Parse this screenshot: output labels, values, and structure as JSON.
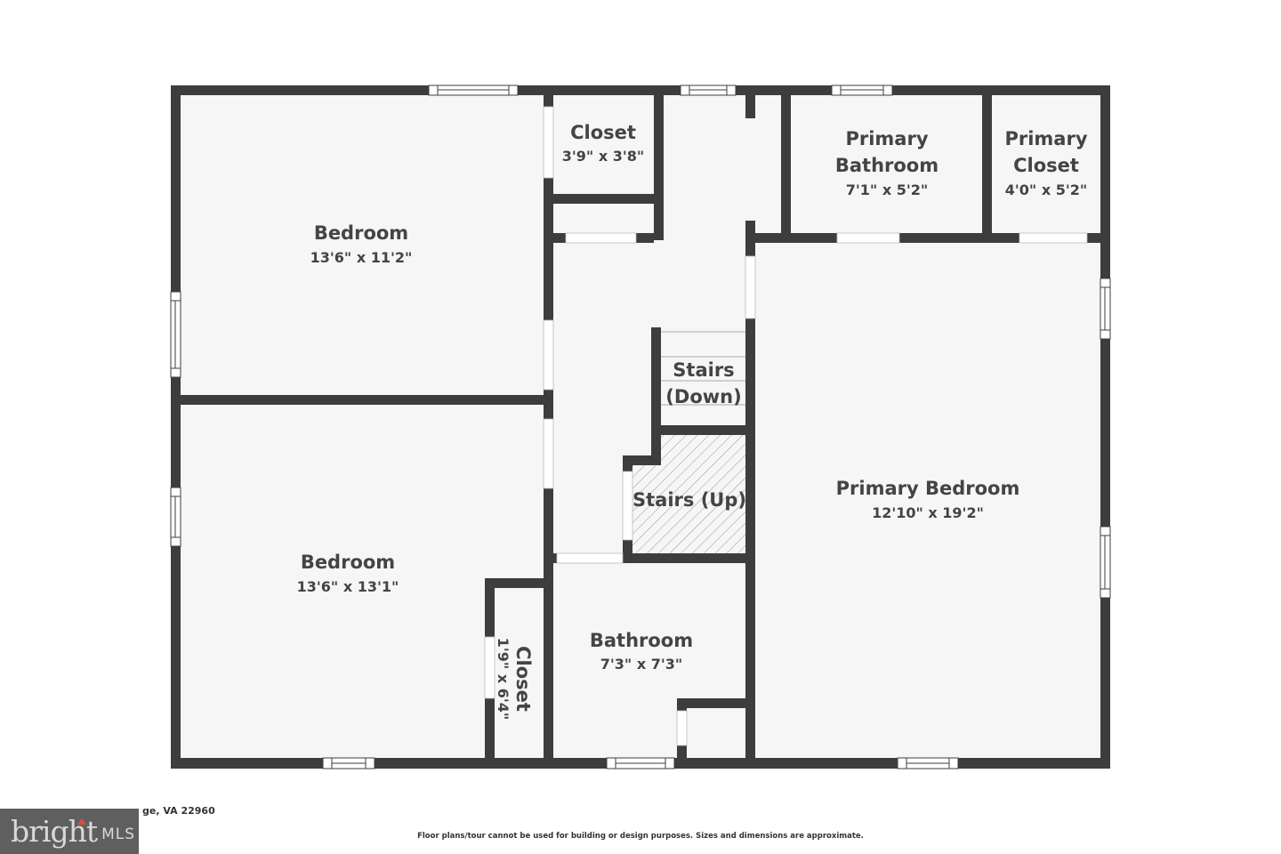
{
  "floor_plan": {
    "colors": {
      "wall": "#3d3d3d",
      "floor": "#f6f6f6",
      "opening": "#ffffff",
      "text": "#444444",
      "logo_bg": "#5f5f5f",
      "logo_accent": "#d4523a"
    },
    "rooms": [
      {
        "id": "bedroom-1",
        "name": "Bedroom",
        "dims": "13'6\" x 11'2\""
      },
      {
        "id": "closet-1",
        "name": "Closet",
        "dims": "3'9\" x 3'8\""
      },
      {
        "id": "primary-bathroom",
        "name_line1": "Primary",
        "name_line2": "Bathroom",
        "dims": "7'1\" x 5'2\""
      },
      {
        "id": "primary-closet",
        "name_line1": "Primary",
        "name_line2": "Closet",
        "dims": "4'0\" x 5'2\""
      },
      {
        "id": "stairs-down",
        "name_line1": "Stairs",
        "name_line2": "(Down)"
      },
      {
        "id": "stairs-up",
        "name": "Stairs (Up)"
      },
      {
        "id": "primary-bedroom",
        "name": "Primary Bedroom",
        "dims": "12'10\" x 19'2\""
      },
      {
        "id": "bedroom-2",
        "name": "Bedroom",
        "dims": "13'6\" x 13'1\""
      },
      {
        "id": "closet-2",
        "name": "Closet",
        "dims": "1'9\" x 6'4\""
      },
      {
        "id": "bathroom",
        "name": "Bathroom",
        "dims": "7'3\" x 7'3\""
      }
    ]
  },
  "footer": {
    "address": "ge, VA 22960",
    "logo_text": "bright",
    "logo_suffix": "MLS",
    "disclaimer": "Floor plans/tour cannot be used for building or design purposes. Sizes and dimensions are approximate."
  }
}
